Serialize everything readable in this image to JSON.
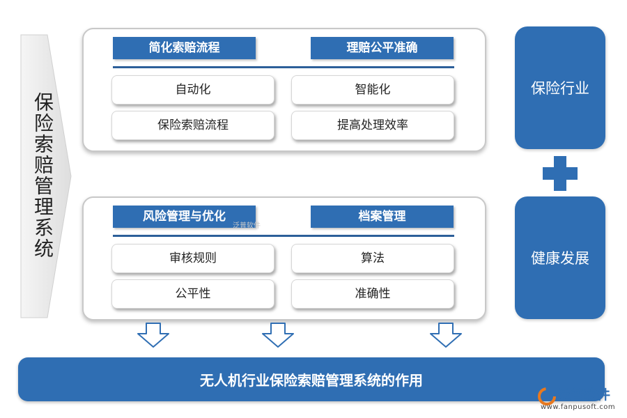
{
  "side_title": "保险索赔管理系统",
  "panel_top": {
    "tag_left": "简化索赔流程",
    "tag_right": "理赔公平准确",
    "items": [
      "自动化",
      "智能化",
      "保险索赔流程",
      "提高处理效率"
    ]
  },
  "panel_bottom": {
    "tag_left": "风险管理与优化",
    "tag_right": "档案管理",
    "items": [
      "审核规则",
      "算法",
      "公平性",
      "准确性"
    ]
  },
  "right": {
    "top": "保险行业",
    "bottom": "健康发展"
  },
  "bottom_bar": "无人机行业保险索赔管理系统的作用",
  "watermark": "泛普软件",
  "logo": {
    "name": "泛普软件",
    "url": "www.fanpusoft.com"
  },
  "colors": {
    "primary_blue": "#2f6eb3",
    "divider_blue": "#2c5f99",
    "arrow_gray": "#f0f0f0",
    "arrow_outline": "#2f6eb3"
  }
}
